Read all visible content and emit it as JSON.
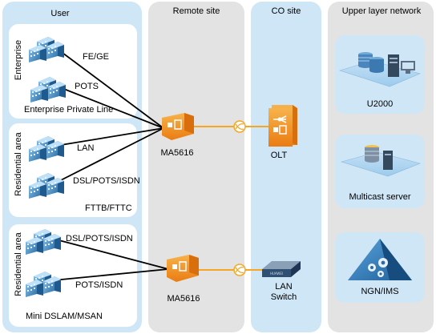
{
  "columns": {
    "user": "User",
    "remote": "Remote site",
    "co": "CO site",
    "upper": "Upper layer network"
  },
  "groups": {
    "enterprise": {
      "side_label": "Enterprise",
      "caption": "Enterprise Private Line",
      "link1": "FE/GE",
      "link2": "POTS"
    },
    "residential_ftth": {
      "side_label": "Residential area",
      "caption": "FTTB/FTTC",
      "link1": "LAN",
      "link2": "DSL/POTS/ISDN"
    },
    "residential_msan": {
      "side_label": "Residential area",
      "caption": "Mini DSLAM/MSAN",
      "link1": "DSL/POTS/ISDN",
      "link2": "POTS/ISDN"
    }
  },
  "devices": {
    "ma5616_top": "MA5616",
    "ma5616_bottom": "MA5616",
    "olt": "OLT",
    "lan_switch_line1": "LAN",
    "lan_switch_line2": "Switch",
    "switch_brand": "HUAWEI"
  },
  "upper": {
    "u2000": "U2000",
    "multicast": "Multicast server",
    "ngn": "NGN/IMS"
  },
  "colors": {
    "user_bg": "#cfe6f6",
    "remote_bg": "#e3e3e3",
    "co_bg": "#cfe6f6",
    "upper_bg": "#e3e3e3",
    "inner_panel": "#ffffff",
    "upper_panel": "#cfe6f6",
    "fiber": "#f5a623",
    "copper": "#000000",
    "device_orange": "#f39a2b"
  }
}
